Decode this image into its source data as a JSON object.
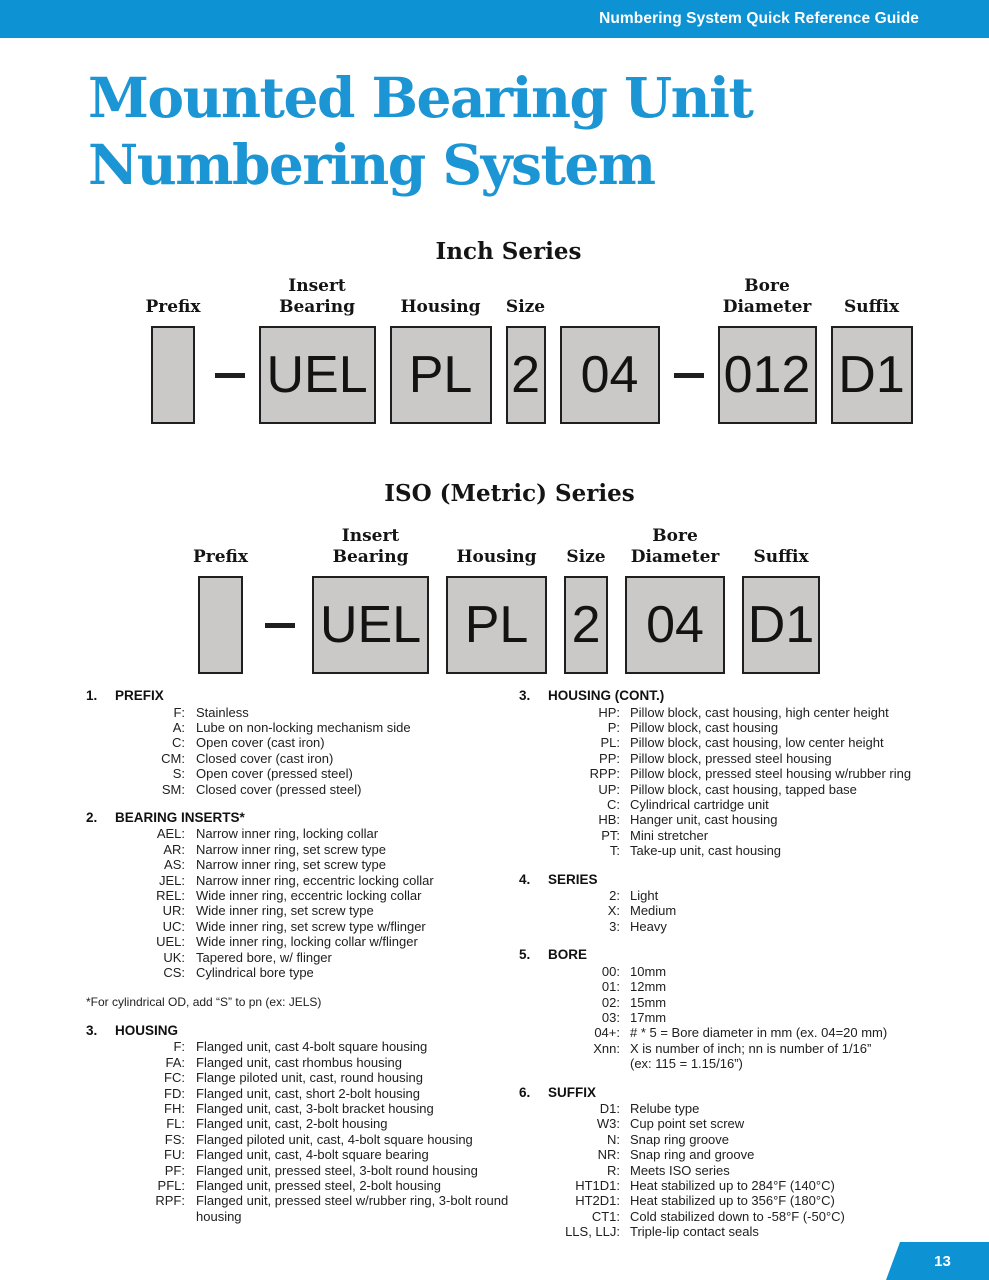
{
  "header": {
    "title": "Numbering System Quick Reference Guide"
  },
  "title": {
    "line1": "Mounted Bearing Unit",
    "line2": "Numbering System"
  },
  "colors": {
    "accent_blue": "#0d92d3",
    "title_blue": "#1b95d3",
    "box_fill": "#cbc9c8",
    "box_border": "#1f1f1f"
  },
  "inch_series": {
    "title": "Inch Series",
    "segments": [
      {
        "kind": "box",
        "label": "Prefix",
        "value": "",
        "w": 44
      },
      {
        "kind": "dash"
      },
      {
        "kind": "box",
        "label": "Insert\nBearing",
        "value": "UEL",
        "w": 117
      },
      {
        "kind": "box",
        "label": "Housing",
        "value": "PL",
        "w": 102
      },
      {
        "kind": "box",
        "label": "Size",
        "value": "2",
        "w": 40
      },
      {
        "kind": "box",
        "label": "",
        "value": "04",
        "w": 100
      },
      {
        "kind": "dash"
      },
      {
        "kind": "box",
        "label": "Bore\nDiameter",
        "value": "012",
        "w": 99
      },
      {
        "kind": "box",
        "label": "Suffix",
        "value": "D1",
        "w": 82
      }
    ]
  },
  "iso_series": {
    "title": "ISO (Metric) Series",
    "segments": [
      {
        "kind": "box",
        "label": "Prefix",
        "value": "",
        "w": 45
      },
      {
        "kind": "dash"
      },
      {
        "kind": "box",
        "label": "Insert\nBearing",
        "value": "UEL",
        "w": 117
      },
      {
        "kind": "box",
        "label": "Housing",
        "value": "PL",
        "w": 101
      },
      {
        "kind": "box",
        "label": "Size",
        "value": "2",
        "w": 44
      },
      {
        "kind": "box",
        "label": "Bore\nDiameter",
        "value": "04",
        "w": 100
      },
      {
        "kind": "box",
        "label": "Suffix",
        "value": "D1",
        "w": 78
      }
    ]
  },
  "sections_left": [
    {
      "number": "1.",
      "title": "PREFIX",
      "entries": [
        [
          "F:",
          "Stainless"
        ],
        [
          "A:",
          "Lube on non-locking mechanism side"
        ],
        [
          "C:",
          "Open cover (cast iron)"
        ],
        [
          "CM:",
          "Closed cover (cast iron)"
        ],
        [
          "S:",
          "Open cover (pressed steel)"
        ],
        [
          "SM:",
          "Closed cover (pressed steel)"
        ]
      ]
    },
    {
      "number": "2.",
      "title": "BEARING INSERTS*",
      "entries": [
        [
          "AEL:",
          "Narrow inner ring, locking collar"
        ],
        [
          "AR:",
          "Narrow inner ring, set screw type"
        ],
        [
          "AS:",
          "Narrow inner ring, set screw type"
        ],
        [
          "JEL:",
          "Narrow inner ring, eccentric locking collar"
        ],
        [
          "REL:",
          "Wide inner ring, eccentric locking collar"
        ],
        [
          "UR:",
          "Wide inner ring, set screw type"
        ],
        [
          "UC:",
          "Wide inner ring, set screw type w/flinger"
        ],
        [
          "UEL:",
          "Wide inner ring, locking collar w/flinger"
        ],
        [
          "UK:",
          "Tapered bore,  w/ flinger"
        ],
        [
          "CS:",
          "Cylindrical bore type"
        ]
      ]
    },
    {
      "note": "*For cylindrical OD, add “S” to pn (ex: JELS)"
    },
    {
      "number": "3.",
      "title": "HOUSING",
      "entries": [
        [
          "F:",
          "Flanged unit, cast 4-bolt square housing"
        ],
        [
          "FA:",
          "Flanged unit, cast rhombus housing"
        ],
        [
          "FC:",
          "Flange piloted unit, cast, round housing"
        ],
        [
          "FD:",
          "Flanged unit, cast, short 2-bolt housing"
        ],
        [
          "FH:",
          "Flanged unit, cast, 3-bolt bracket housing"
        ],
        [
          "FL:",
          "Flanged unit, cast, 2-bolt housing"
        ],
        [
          "FS:",
          "Flanged piloted unit, cast, 4-bolt square housing"
        ],
        [
          "FU:",
          "Flanged unit, cast, 4-bolt square bearing"
        ],
        [
          "PF:",
          "Flanged unit, pressed steel, 3-bolt round housing"
        ],
        [
          "PFL:",
          "Flanged unit, pressed steel, 2-bolt housing"
        ],
        [
          "RPF:",
          "Flanged unit, pressed steel w/rubber ring, 3-bolt round housing"
        ]
      ]
    }
  ],
  "sections_right": [
    {
      "number": "3.",
      "title": "HOUSING (CONT.)",
      "entries": [
        [
          "HP:",
          "Pillow block, cast housing, high center height"
        ],
        [
          "P:",
          "Pillow block, cast housing"
        ],
        [
          "PL:",
          "Pillow block, cast housing, low center height"
        ],
        [
          "PP:",
          "Pillow block, pressed steel housing"
        ],
        [
          "RPP:",
          "Pillow block, pressed steel housing w/rubber ring"
        ],
        [
          "UP:",
          "Pillow block, cast housing, tapped base"
        ],
        [
          "C:",
          "Cylindrical cartridge unit"
        ],
        [
          "HB:",
          "Hanger unit, cast housing"
        ],
        [
          "PT:",
          "Mini stretcher"
        ],
        [
          "T:",
          "Take-up unit, cast housing"
        ]
      ]
    },
    {
      "number": "4.",
      "title": "SERIES",
      "entries": [
        [
          "2:",
          "Light"
        ],
        [
          "X:",
          "Medium"
        ],
        [
          "3:",
          "Heavy"
        ]
      ]
    },
    {
      "number": "5.",
      "title": "BORE",
      "entries": [
        [
          "00:",
          "10mm"
        ],
        [
          "01:",
          "12mm"
        ],
        [
          "02:",
          "15mm"
        ],
        [
          "03:",
          "17mm"
        ],
        [
          "04+:",
          "# * 5 = Bore diameter in mm (ex. 04=20 mm)"
        ],
        [
          "Xnn:",
          "X is number of inch; nn is number of 1/16”\n(ex: 115 = 1.15/16”)"
        ]
      ]
    },
    {
      "number": "6.",
      "title": "SUFFIX",
      "entries": [
        [
          "D1:",
          "Relube type"
        ],
        [
          "W3:",
          "Cup point set screw"
        ],
        [
          "N:",
          "Snap ring groove"
        ],
        [
          "NR:",
          "Snap ring and groove"
        ],
        [
          "R:",
          "Meets ISO series"
        ],
        [
          "HT1D1:",
          "Heat stabilized up to 284°F (140°C)"
        ],
        [
          "HT2D1:",
          "Heat stabilized up to 356°F (180°C)"
        ],
        [
          "CT1:",
          "Cold stabilized down to -58°F (-50°C)"
        ],
        [
          "LLS, LLJ:",
          "Triple-lip contact seals"
        ]
      ]
    }
  ],
  "footer": {
    "page_number": "13"
  }
}
